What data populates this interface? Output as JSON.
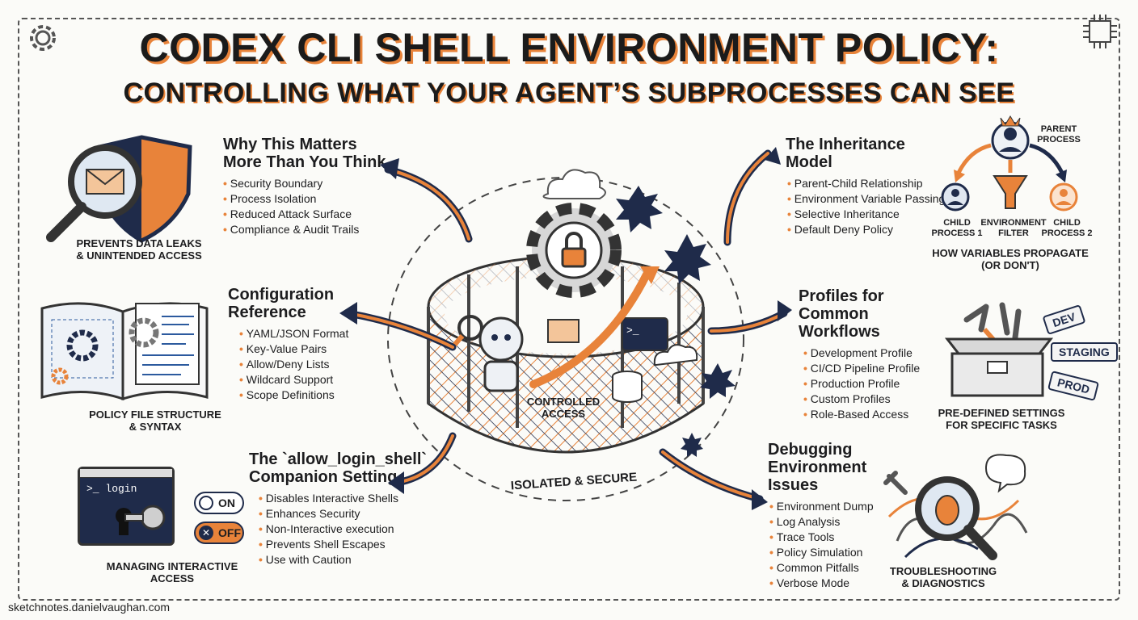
{
  "title": {
    "line1": "CODEX CLI SHELL ENVIRONMENT POLICY:",
    "line2": "CONTROLLING WHAT YOUR AGENT’S SUBPROCESSES CAN SEE"
  },
  "sections": {
    "why": {
      "title_l1": "Why This Matters",
      "title_l2": "More Than You Think",
      "items": [
        "Security Boundary",
        "Process Isolation",
        "Reduced Attack Surface",
        "Compliance & Audit Trails"
      ],
      "caption_l1": "PREVENTS DATA LEAKS",
      "caption_l2": "& UNINTENDED ACCESS"
    },
    "config": {
      "title_l1": "Configuration",
      "title_l2": "Reference",
      "items": [
        "YAML/JSON Format",
        "Key-Value Pairs",
        "Allow/Deny Lists",
        "Wildcard Support",
        "Scope Definitions"
      ],
      "caption_l1": "POLICY FILE STRUCTURE",
      "caption_l2": "& SYNTAX"
    },
    "login": {
      "title_l1": "The `allow_login_shell`",
      "title_l2": "Companion Setting",
      "items": [
        "Disables Interactive Shells",
        "Enhances Security",
        "Non-Interactive execution",
        "Prevents Shell Escapes",
        "Use with Caution"
      ],
      "caption_l1": "MANAGING INTERACTIVE",
      "caption_l2": "ACCESS",
      "terminal_text": ">_ login",
      "toggle_on": "ON",
      "toggle_off": "OFF"
    },
    "inherit": {
      "title_l1": "The Inheritance",
      "title_l2": "Model",
      "items": [
        "Parent-Child Relationship",
        "Environment Variable Passing",
        "Selective Inheritance",
        "Default Deny Policy"
      ],
      "parent_l1": "PARENT",
      "parent_l2": "PROCESS",
      "child1_l1": "CHILD",
      "child1_l2": "PROCESS 1",
      "filter_l1": "ENVIRONMENT",
      "filter_l2": "FILTER",
      "child2_l1": "CHILD",
      "child2_l2": "PROCESS 2",
      "caption_l1": "HOW VARIABLES PROPAGATE",
      "caption_l2": "(OR DON'T)"
    },
    "profiles": {
      "title_l1": "Profiles for",
      "title_l2": "Common Workflows",
      "items": [
        "Development Profile",
        "CI/CD Pipeline Profile",
        "Production Profile",
        "Custom Profiles",
        "Role-Based Access"
      ],
      "tags": [
        "DEV",
        "STAGING",
        "PROD"
      ],
      "caption_l1": "PRE-DEFINED SETTINGS",
      "caption_l2": "FOR SPECIFIC TASKS"
    },
    "debug": {
      "title_l1": "Debugging",
      "title_l2": "Environment",
      "title_l3": "Issues",
      "items": [
        "Environment Dump",
        "Log Analysis",
        "Trace Tools",
        "Policy Simulation",
        "Common Pitfalls",
        "Verbose Mode"
      ],
      "caption_l1": "TROUBLESHOOTING",
      "caption_l2": "& DIAGNOSTICS"
    }
  },
  "center": {
    "controlled_l1": "CONTROLLED",
    "controlled_l2": "ACCESS",
    "isolated": "ISOLATED & SECURE",
    "prompt": ">_"
  },
  "footer": "sketchnotes.danielvaughan.com",
  "colors": {
    "accent": "#e8833a",
    "navy": "#1f2b4a",
    "ink": "#1d1d1f"
  }
}
